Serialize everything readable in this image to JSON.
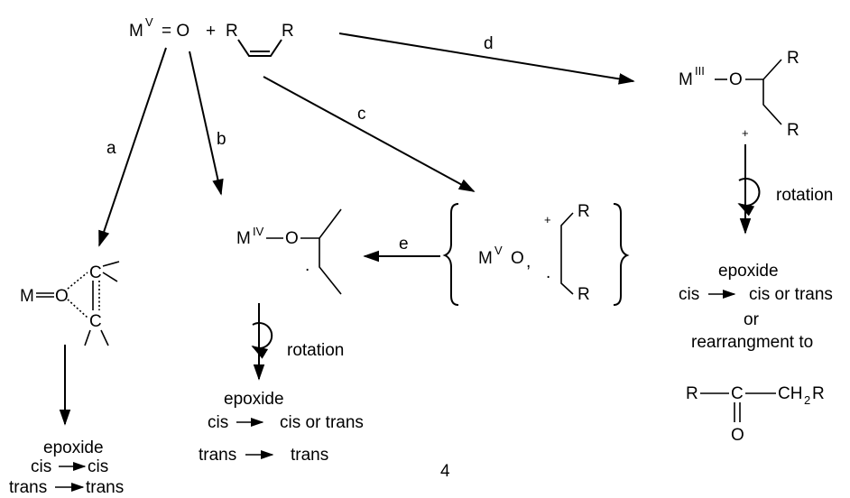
{
  "reactant": {
    "metal": "M",
    "ox": "V",
    "eq": "= O",
    "plus": "+",
    "r1": "R",
    "r2": "R"
  },
  "pathways": {
    "a": "a",
    "b": "b",
    "c": "c",
    "d": "d",
    "e": "e"
  },
  "path_a": {
    "m": "M",
    "o": "O",
    "c1": "C",
    "c2": "C",
    "product": "epoxide",
    "row1_left": "cis",
    "row1_right": "cis",
    "row2_left": "trans",
    "row2_right": "trans"
  },
  "path_b": {
    "metal": "M",
    "ox": "IV",
    "o": "O",
    "dot": ".",
    "rotation": "rotation",
    "product": "epoxide",
    "row1_left": "cis",
    "row1_right": "cis or trans",
    "row2_left": "trans",
    "row2_right": "trans"
  },
  "path_c": {
    "metal": "M",
    "ox": "V",
    "o": "O",
    "comma": ",",
    "plus": "+",
    "dot": ".",
    "r1": "R",
    "r2": "R"
  },
  "path_d": {
    "metal": "M",
    "ox": "III",
    "o": "O",
    "r1": "R",
    "r2": "R",
    "plus": "+",
    "rotation": "rotation",
    "product": "epoxide",
    "row1_left": "cis",
    "row1_right": "cis or trans",
    "or": "or",
    "rearr": "rearrangment to",
    "k_r": "R",
    "k_c": "C",
    "k_ch2": "CH",
    "k_sub": "2",
    "k_r2": "R",
    "k_o": "O"
  },
  "figure_number": "4"
}
